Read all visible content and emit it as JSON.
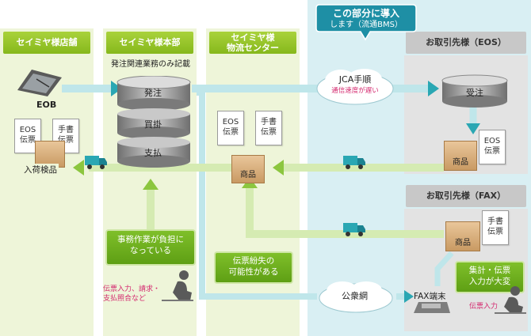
{
  "bubble": {
    "line1": "この部分に導入",
    "line2": "します（流通BMS）"
  },
  "columns": {
    "store": "セイミヤ様店舗",
    "hq": "セイミヤ様本部",
    "dc_line1": "セイミヤ様",
    "dc_line2": "物流センター",
    "eos_partner": "お取引先様（EOS）",
    "fax_partner": "お取引先様（FAX）"
  },
  "hq_note": "発注関連業務のみ記載",
  "hq_db": {
    "order": "発注",
    "purchase": "買掛",
    "payment": "支払"
  },
  "eob": "EOB",
  "receiving": "入荷検品",
  "docs": {
    "eos": [
      "EOS",
      "伝票"
    ],
    "handwritten": [
      "手書",
      "伝票"
    ]
  },
  "goods": "商品",
  "jca": {
    "title": "JCA手順",
    "note": "通信速度が遅い"
  },
  "public_network": "公衆網",
  "supplier_db": "受注",
  "fax_terminal": "FAX端末",
  "notes": {
    "hq_burden": [
      "事務作業が負担に",
      "なっている"
    ],
    "hq_tasks": [
      "伝票入力、請求・",
      "支払照合など"
    ],
    "slip_loss": [
      "伝票紛失の",
      "可能性がある"
    ],
    "fax_burden": [
      "集計・伝票",
      "入力が大変"
    ],
    "fax_input": "伝票入力"
  },
  "colors": {
    "green": "#8cc63f",
    "teal": "#2aa7b3",
    "blue_bg": "#d9eff3",
    "green_bg": "#eef5d9",
    "pink": "#d4286e"
  }
}
